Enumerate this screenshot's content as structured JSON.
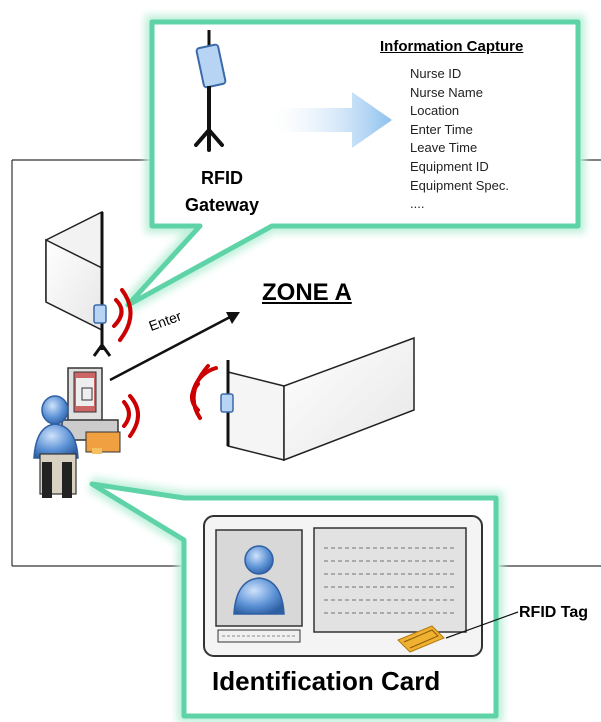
{
  "info_box": {
    "title": "Information Capture",
    "items": [
      "Nurse ID",
      "Nurse Name",
      "Location",
      "Enter Time",
      "Leave Time",
      "Equipment ID",
      "Equipment Spec.",
      "...."
    ]
  },
  "gateway_label": "RFID Gateway",
  "zone_label": "ZONE A",
  "enter_label": "Enter",
  "tag_label": "RFID Tag",
  "card_label": "Identification Card",
  "colors": {
    "callout_border": "#5fd3a8",
    "callout_glow": "#bff0dc",
    "signal": "#cc0000",
    "person": "#4f86cc",
    "arrow": "#9cc9ef",
    "tag_gold": "#f0b030"
  }
}
